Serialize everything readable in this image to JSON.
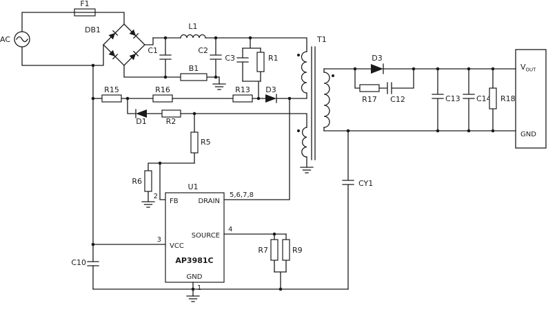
{
  "colors": {
    "ink": "#1a1a1a",
    "background": "#ffffff"
  },
  "components": {
    "ac": "AC",
    "f1": "F1",
    "db1": "DB1",
    "l1": "L1",
    "c1": "C1",
    "c2": "C2",
    "b1": "B1",
    "c3": "C3",
    "r1": "R1",
    "r13": "R13",
    "d3_clamp": "D3",
    "t1": "T1",
    "r15": "R15",
    "r16": "R16",
    "d1": "D1",
    "r2": "R2",
    "r5": "R5",
    "r6": "R6",
    "c10": "C10",
    "cy1": "CY1",
    "r7": "R7",
    "r9": "R9",
    "d3_output": "D3",
    "r17": "R17",
    "c12": "C12",
    "c13": "C13",
    "c14": "C14",
    "r18": "R18"
  },
  "u1": {
    "designator": "U1",
    "part": "AP3981C",
    "pins": {
      "fb": {
        "num": "2",
        "label": "FB"
      },
      "drain": {
        "num": "5,6,7,8",
        "label": "DRAIN"
      },
      "source": {
        "num": "4",
        "label": "SOURCE"
      },
      "vcc": {
        "num": "3",
        "label": "VCC"
      },
      "gnd": {
        "num": "1",
        "label": "GND"
      }
    }
  },
  "output_connector": {
    "vout_prefix": "V",
    "vout_subscript": "OUT",
    "gnd": "GND"
  }
}
